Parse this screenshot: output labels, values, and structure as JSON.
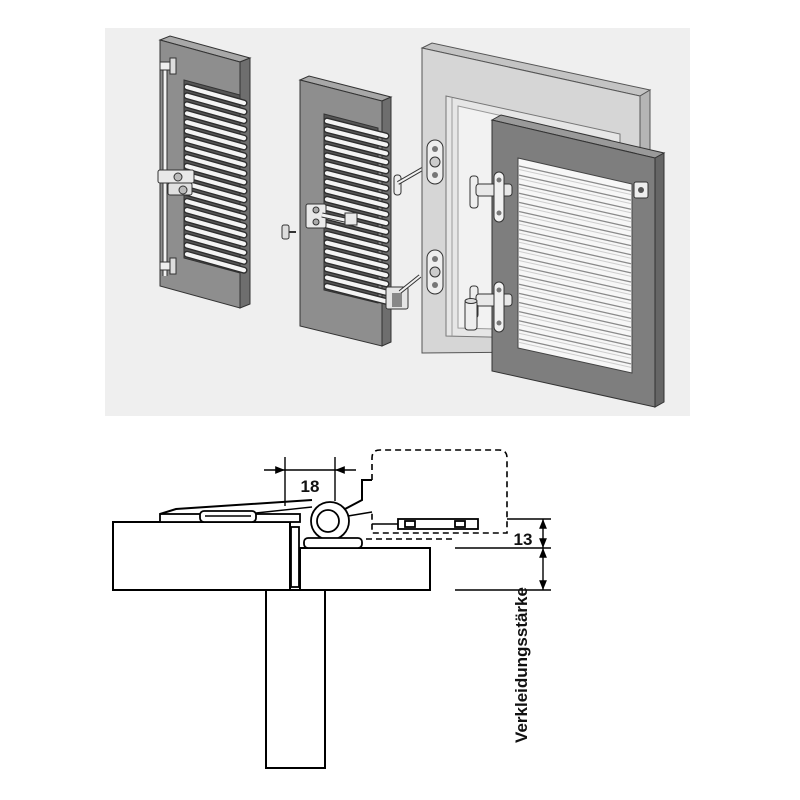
{
  "dimensions": {
    "hinge_offset": "18",
    "gap": "13",
    "cladding_thickness_label": "Verkleidungsstärke"
  },
  "colors": {
    "panel_background": "#efefef",
    "shutter_frame": "#8e8e8e",
    "window_frame": "#d6d6d6",
    "line": "#000000"
  }
}
